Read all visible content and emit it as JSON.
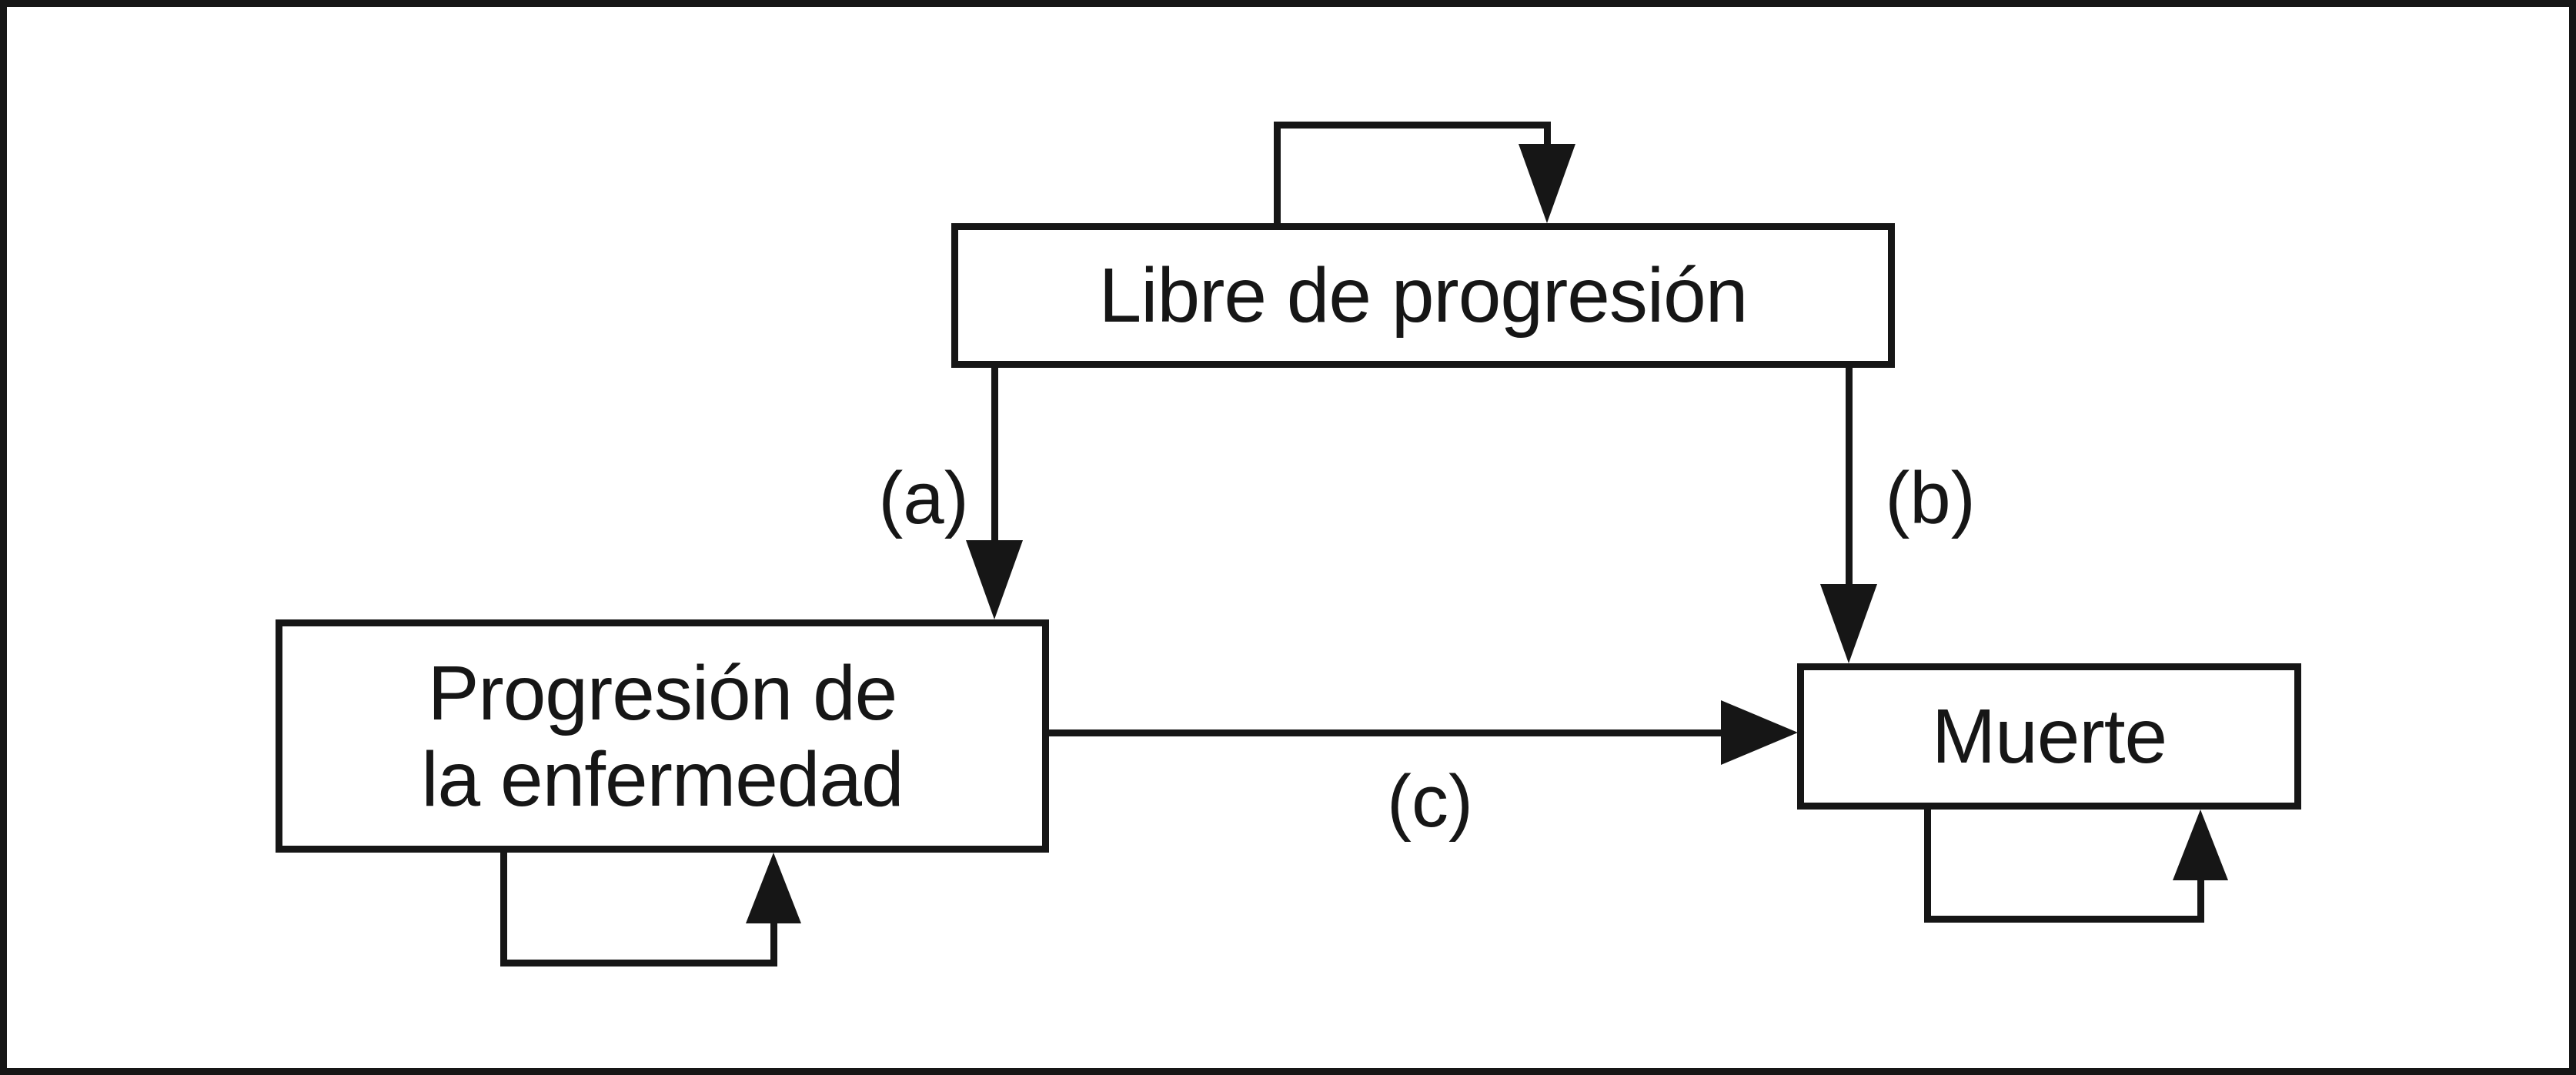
{
  "figure": {
    "background_color": "#ffffff",
    "ink_color": "#161616",
    "diagram_type": "markov-state-transition",
    "states": {
      "progression_free": {
        "label": "Libre de progresión",
        "has_self_loop": true
      },
      "disease_progression": {
        "label_line1": "Progresión de",
        "label_line2": "la enfermedad",
        "has_self_loop": true
      },
      "death": {
        "label": "Muerte",
        "has_self_loop": true
      }
    },
    "transitions": [
      {
        "from": "progression_free",
        "to": "disease_progression",
        "label": "(a)"
      },
      {
        "from": "progression_free",
        "to": "death",
        "label": "(b)"
      },
      {
        "from": "disease_progression",
        "to": "death",
        "label": "(c)"
      }
    ]
  }
}
